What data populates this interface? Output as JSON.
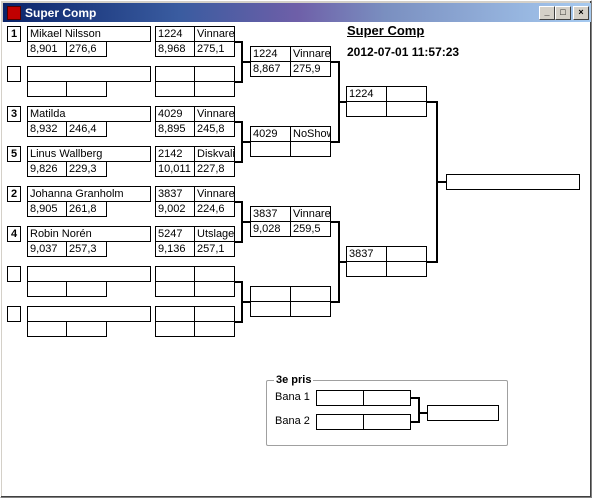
{
  "window": {
    "title": "Super Comp",
    "buttons": [
      "_",
      "□",
      "×"
    ]
  },
  "header": {
    "title": "Super Comp",
    "datetime": "2012-07-01 11:57:23"
  },
  "round1": [
    {
      "seed": "1",
      "name": "Mikael Nilsson",
      "reaction": "8,901",
      "speed": "276,6"
    },
    {
      "seed": "",
      "name": "",
      "reaction": "",
      "speed": ""
    },
    {
      "seed": "3",
      "name": "Matilda",
      "reaction": "8,932",
      "speed": "246,4"
    },
    {
      "seed": "5",
      "name": "Linus Wallberg",
      "reaction": "9,826",
      "speed": "229,3"
    },
    {
      "seed": "2",
      "name": "Johanna Granholm",
      "reaction": "8,905",
      "speed": "261,8"
    },
    {
      "seed": "4",
      "name": "Robin Norén",
      "reaction": "9,037",
      "speed": "257,3"
    },
    {
      "seed": "",
      "name": "",
      "reaction": "",
      "speed": ""
    },
    {
      "seed": "",
      "name": "",
      "reaction": "",
      "speed": ""
    }
  ],
  "round2": [
    {
      "number": "1224",
      "result": "Vinnare",
      "time": "8,968",
      "speed": "275,1"
    },
    {
      "number": "",
      "result": "",
      "time": "",
      "speed": ""
    },
    {
      "number": "4029",
      "result": "Vinnare",
      "time": "8,895",
      "speed": "245,8"
    },
    {
      "number": "2142",
      "result": "Diskvalificerad",
      "time": "10,011",
      "speed": "227,8"
    },
    {
      "number": "3837",
      "result": "Vinnare",
      "time": "9,002",
      "speed": "224,6"
    },
    {
      "number": "5247",
      "result": "Utslagen",
      "time": "9,136",
      "speed": "257,1"
    },
    {
      "number": "",
      "result": "",
      "time": "",
      "speed": ""
    },
    {
      "number": "",
      "result": "",
      "time": "",
      "speed": ""
    }
  ],
  "round3": [
    {
      "number": "1224",
      "result": "Vinnare",
      "time": "8,867",
      "speed": "275,9"
    },
    {
      "number": "4029",
      "result": "NoShow",
      "time": "",
      "speed": ""
    },
    {
      "number": "3837",
      "result": "Vinnare",
      "time": "9,028",
      "speed": "259,5"
    },
    {
      "number": "",
      "result": "",
      "time": "",
      "speed": ""
    }
  ],
  "round4": [
    {
      "number": "1224",
      "result": "",
      "time": "",
      "speed": ""
    },
    {
      "number": "3837",
      "result": "",
      "time": "",
      "speed": ""
    }
  ],
  "final": {
    "value": ""
  },
  "third_place": {
    "label": "3e pris",
    "lane1_label": "Bana 1",
    "lane2_label": "Bana 2",
    "lane1": {
      "a": "",
      "b": ""
    },
    "lane2": {
      "a": "",
      "b": ""
    },
    "result": ""
  }
}
